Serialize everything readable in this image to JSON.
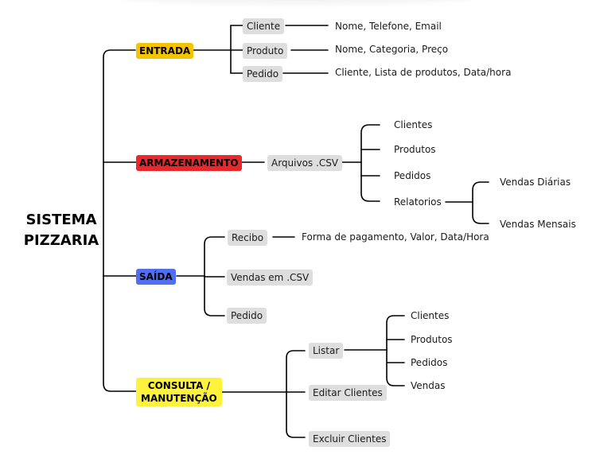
{
  "root": {
    "line1": "SISTEMA",
    "line2": "PIZZARIA"
  },
  "branches": {
    "entrada": {
      "label": "ENTRADA",
      "color": "#f5c400",
      "items": [
        {
          "label": "Cliente",
          "detail": "Nome, Telefone, Email"
        },
        {
          "label": "Produto",
          "detail": "Nome, Categoria, Preço"
        },
        {
          "label": "Pedido",
          "detail": "Cliente, Lista de produtos, Data/hora"
        }
      ]
    },
    "armazenamento": {
      "label": "ARMAZENAMENTO",
      "color": "#e8282b",
      "node": "Arquivos .CSV",
      "files": [
        "Clientes",
        "Produtos",
        "Pedidos",
        "Relatorios"
      ],
      "reports": [
        "Vendas Diárias",
        "Vendas Mensais"
      ]
    },
    "saida": {
      "label": "SAÍDA",
      "color": "#4f6ef2",
      "recibo": {
        "label": "Recibo",
        "detail": "Forma de pagamento, Valor, Data/Hora"
      },
      "vendas_csv": "Vendas em .CSV",
      "pedido": "Pedido"
    },
    "consulta": {
      "line1": "CONSULTA /",
      "line2": "MANUTENÇÃO",
      "color": "#fff23a",
      "listar": "Listar",
      "listar_items": [
        "Clientes",
        "Produtos",
        "Pedidos",
        "Vendas"
      ],
      "editar": "Editar Clientes",
      "excluir": "Excluir Clientes"
    }
  }
}
